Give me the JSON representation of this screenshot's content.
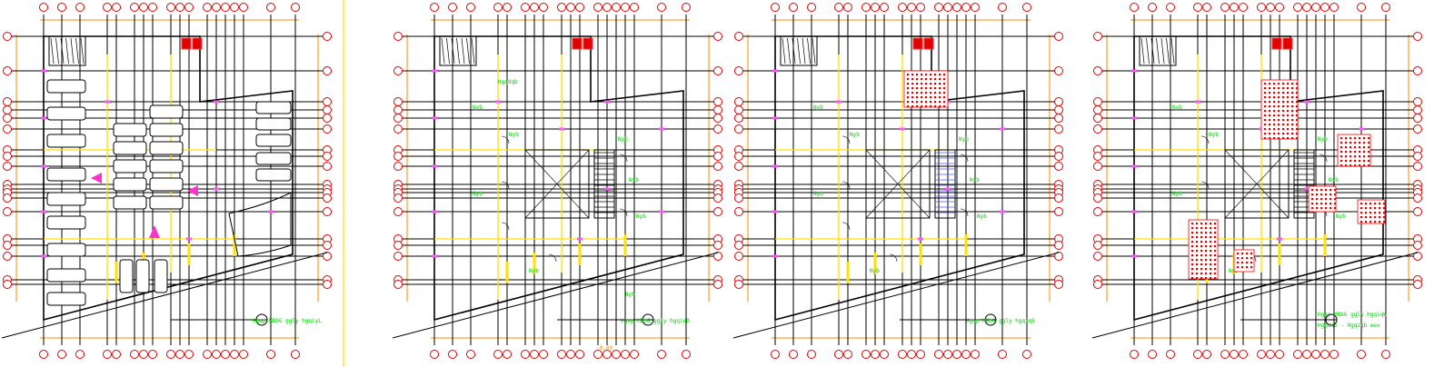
{
  "colors": {
    "grid": "#000000",
    "bubble": "#e00000",
    "dimension": "#ff8a00",
    "column": "#ff55ff",
    "yellow": "#ffe000",
    "text": "#00cc00",
    "hatch": "#ff0000"
  },
  "sheets": [
    {
      "id": "basement",
      "title": "Hgap MBbG ggly hgqiyL"
    },
    {
      "id": "ground",
      "title": "Hgap MBbG ggly hgqiqD"
    },
    {
      "id": "first",
      "title": "Hgap MBbG ggly hgqiqS"
    },
    {
      "id": "typical",
      "title": "Hgap MBbG ggly hgqiqW",
      "subtitle": "Hgqdqb - Hgqiqb eev"
    }
  ],
  "labels": {
    "ground_tag": "Hgqdqb",
    "room_tag": "Nyb",
    "level": "-0.00"
  }
}
